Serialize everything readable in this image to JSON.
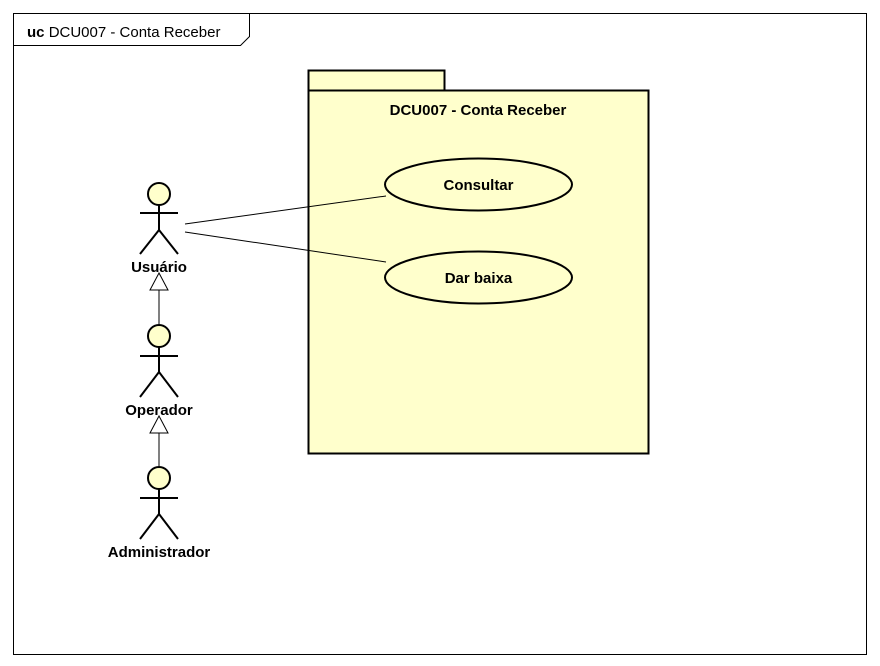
{
  "frame": {
    "keyword": "uc",
    "title": "DCU007 - Conta Receber"
  },
  "package": {
    "name": "DCU007 - Conta Receber"
  },
  "use_cases": [
    {
      "label": "Consultar"
    },
    {
      "label": "Dar baixa"
    }
  ],
  "actors": [
    {
      "label": "Usuário"
    },
    {
      "label": "Operador"
    },
    {
      "label": "Administrador"
    }
  ],
  "colors": {
    "fill": "#ffffcc",
    "stroke": "#000000",
    "background": "#ffffff"
  }
}
